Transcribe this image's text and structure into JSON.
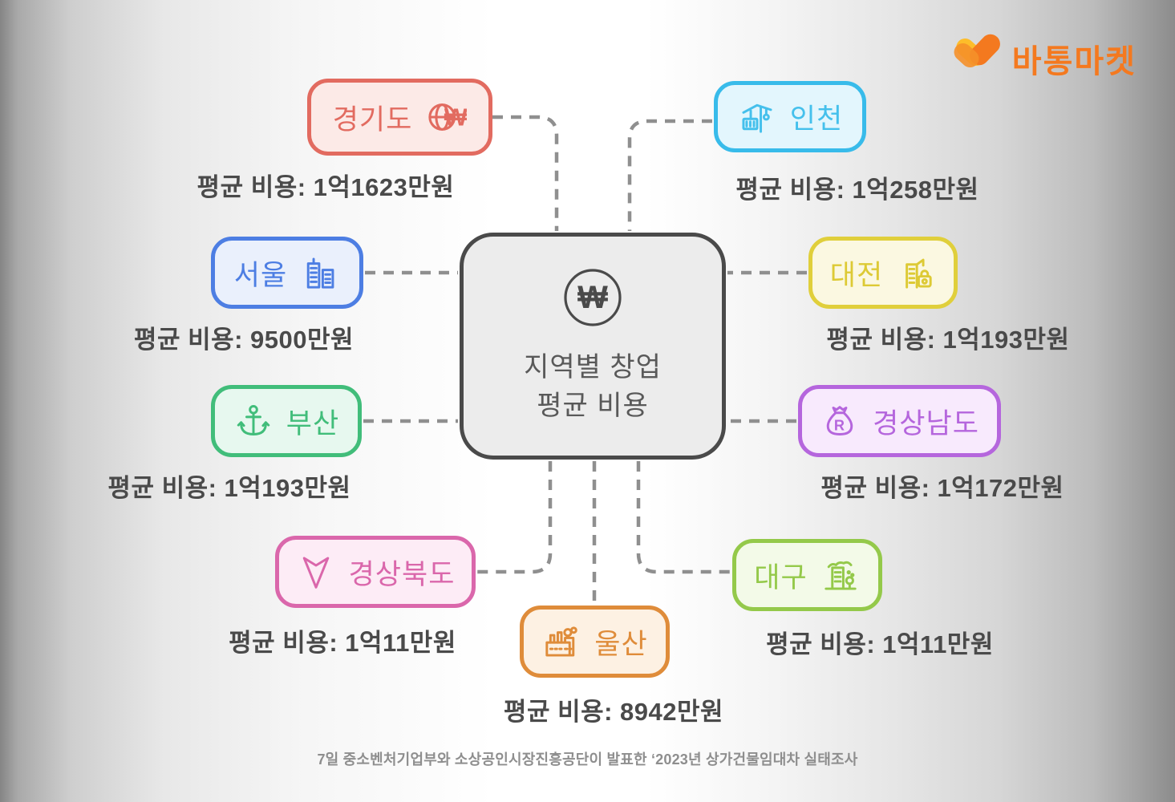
{
  "logo": {
    "text": "바통마켓",
    "brand_color": "#f4791f",
    "icon": "heart-ribbon-logo-icon"
  },
  "center": {
    "icon": "won-circle-icon",
    "title_line1": "지역별 창업",
    "title_line2": "평균 비용"
  },
  "regions": [
    {
      "name": "경기도",
      "value": "평균 비용: 1억1623만원",
      "icon": "globe-won-icon",
      "border_color": "#e26b60",
      "fill_color": "#fceae7"
    },
    {
      "name": "인천",
      "value": "평균 비용: 1억258만원",
      "icon": "harbor-crane-icon",
      "border_color": "#38bbea",
      "fill_color": "#e3f6fd"
    },
    {
      "name": "서울",
      "value": "평균 비용: 9500만원",
      "icon": "buildings-icon",
      "border_color": "#4d7ee3",
      "fill_color": "#eaf0fc"
    },
    {
      "name": "대전",
      "value": "평균 비용: 1억193만원",
      "icon": "building-lock-icon",
      "border_color": "#e0cf3b",
      "fill_color": "#fbf8e1"
    },
    {
      "name": "부산",
      "value": "평균 비용: 1억193만원",
      "icon": "anchor-icon",
      "border_color": "#41bd7a",
      "fill_color": "#e7f8ef"
    },
    {
      "name": "경상남도",
      "value": "평균 비용: 1억172만원",
      "icon": "money-bag-icon",
      "border_color": "#b566dd",
      "fill_color": "#f8eafd"
    },
    {
      "name": "경상북도",
      "value": "평균 비용: 1억11만원",
      "icon": "nav-arrow-down-icon",
      "border_color": "#da67ab",
      "fill_color": "#fdecf6"
    },
    {
      "name": "울산",
      "value": "평균 비용: 8942만원",
      "icon": "factory-icon",
      "border_color": "#df8c3a",
      "fill_color": "#fdf1e3"
    },
    {
      "name": "대구",
      "value": "평균 비용: 1억11만원",
      "icon": "city-trees-icon",
      "border_color": "#94c94a",
      "fill_color": "#f3fae8"
    }
  ],
  "footer": {
    "caption": "7일 중소벤처기업부와 소상공인시장진흥공단이 발표한 ‘2023년 상가건물임대차 실태조사"
  },
  "connector_color": "#8f8f8f"
}
